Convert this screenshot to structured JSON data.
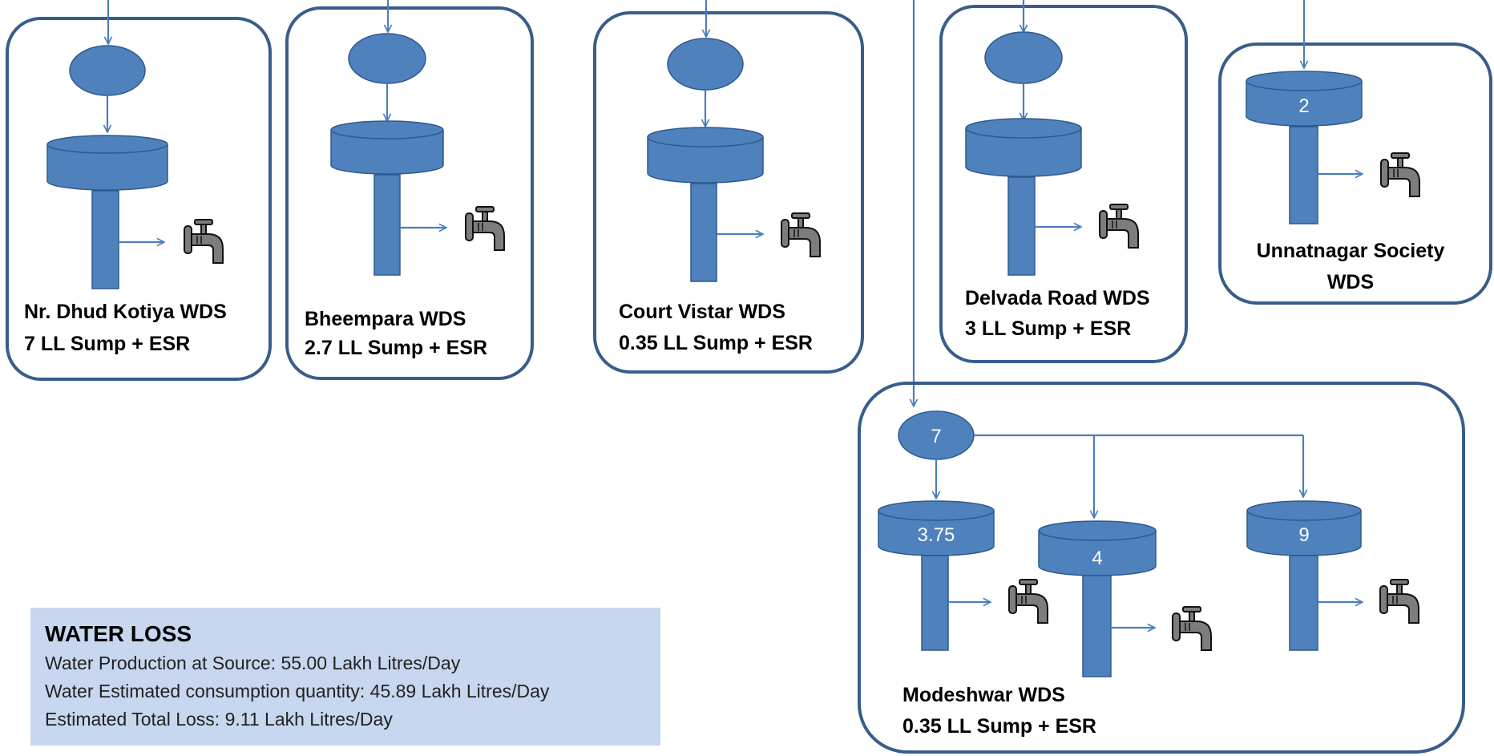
{
  "stations": [
    {
      "name": "Nr. Dhud Kotiya WDS",
      "capacity": "7 LL Sump + ESR"
    },
    {
      "name": "Bheempara WDS",
      "capacity": "2.7 LL Sump + ESR"
    },
    {
      "name": "Court Vistar WDS",
      "capacity": "0.35 LL Sump + ESR"
    },
    {
      "name": "Delvada Road WDS",
      "capacity": "3 LL Sump + ESR"
    },
    {
      "name_line1": "Unnatnagar Society",
      "name_line2": "WDS",
      "tank_value": "2"
    },
    {
      "name": "Modeshwar WDS",
      "capacity": "0.35 LL Sump + ESR",
      "sump_value": "7",
      "tanks": [
        "3.75",
        "4",
        "9"
      ]
    }
  ],
  "water_loss": {
    "title": "WATER LOSS",
    "lines": [
      "Water Production at Source: 55.00 Lakh Litres/Day",
      "Water Estimated consumption quantity: 45.89 Lakh Litres/Day",
      "Estimated Total Loss: 9.11 Lakh Litres/Day"
    ]
  },
  "colors": {
    "shape_fill": "#4f81bd",
    "shape_stroke": "#2e5a8c",
    "box_border": "#385d8a",
    "arrow": "#4a7ebb",
    "loss_box_bg": "#c6d7ef"
  }
}
